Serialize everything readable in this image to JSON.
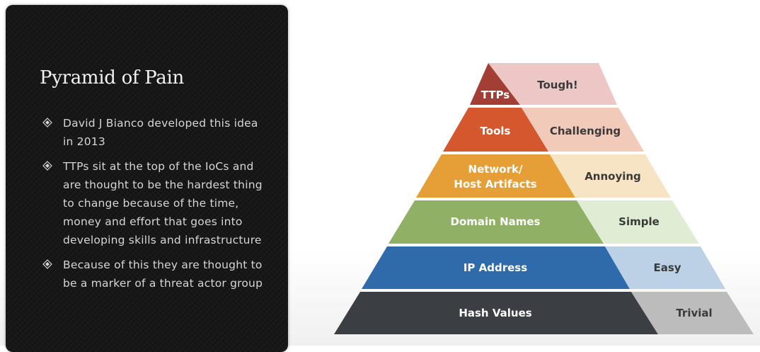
{
  "slide": {
    "title": "Pyramid of Pain",
    "bullets": [
      "David J Bianco developed this idea in 2013",
      "TTPs sit at the top of the IoCs and are thought to be the hardest thing to change because of the time, money and effort that goes into developing skills and infrastructure",
      "Because of this they are thought to be a marker of a threat actor group"
    ]
  },
  "pyramid": {
    "levels": [
      {
        "indicator": "TTPs",
        "indicator_color": "#a33e35",
        "difficulty": "Tough!",
        "difficulty_color": "#ecc7c5"
      },
      {
        "indicator": "Tools",
        "indicator_color": "#d4572d",
        "difficulty": "Challenging",
        "difficulty_color": "#f1cab9"
      },
      {
        "indicator_lines": [
          "Network/",
          "Host Artifacts"
        ],
        "indicator_color": "#e69f37",
        "difficulty": "Annoying",
        "difficulty_color": "#f7e4c4"
      },
      {
        "indicator": "Domain Names",
        "indicator_color": "#8fb065",
        "difficulty": "Simple",
        "difficulty_color": "#e1ecd5"
      },
      {
        "indicator": "IP Address",
        "indicator_color": "#2f6aab",
        "difficulty": "Easy",
        "difficulty_color": "#bcd1e6"
      },
      {
        "indicator": "Hash Values",
        "indicator_color": "#3b3e43",
        "difficulty": "Trivial",
        "difficulty_color": "#bcbcbc"
      }
    ]
  }
}
